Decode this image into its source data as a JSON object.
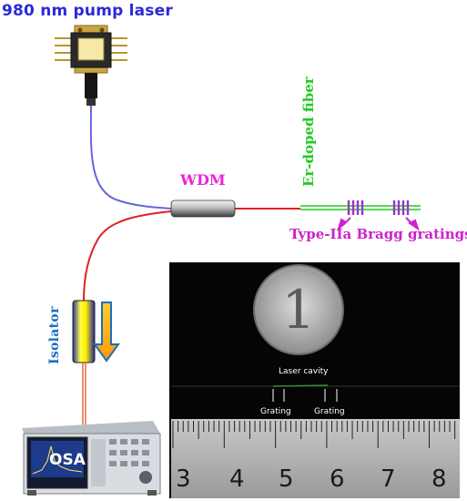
{
  "title": "980 nm pump laser",
  "wdm_label": "WDM",
  "fiber_label": "Er-doped fiber",
  "gratings_label": "Type-IIa Bragg gratings",
  "isolator_label": "Isolator",
  "osa_label": "OSA",
  "photo": {
    "laser_cavity": "Laser cavity",
    "grating_left": "Grating",
    "grating_right": "Grating",
    "ruler_numbers": [
      "3",
      "4",
      "5",
      "6",
      "7",
      "8"
    ]
  },
  "colors": {
    "title": "#2a2ad6",
    "wdm": "#ee22dd",
    "fiber": "#22cc22",
    "gratings": "#cc22cc",
    "isolator": "#1a6fc0",
    "red_fiber": "#e02020",
    "blue_fiber": "#6666dd"
  }
}
